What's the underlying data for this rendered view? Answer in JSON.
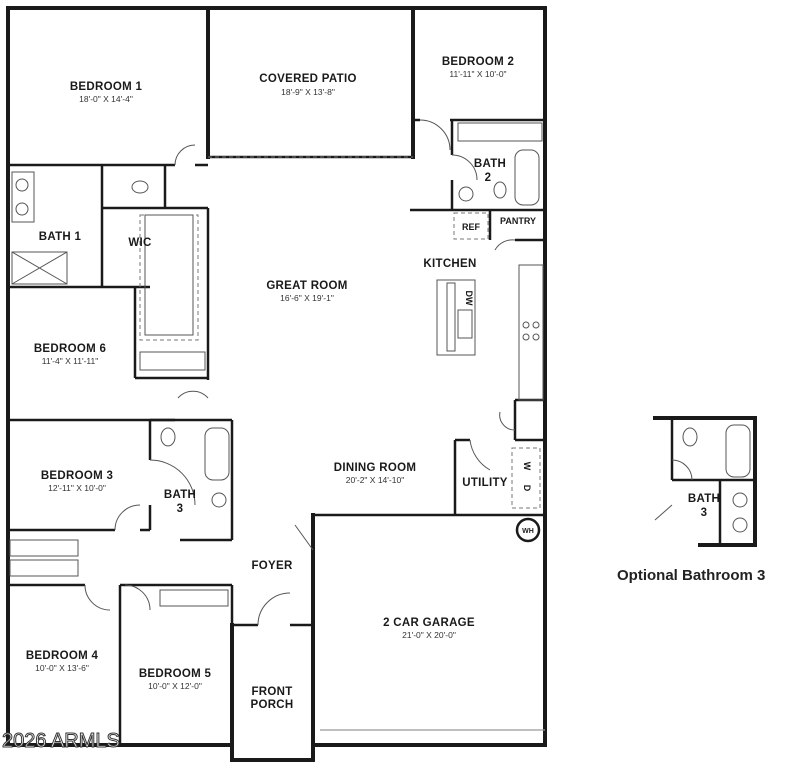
{
  "rooms": {
    "bedroom1": {
      "name": "BEDROOM 1",
      "dim": "18'-0\" X 14'-4\""
    },
    "patio": {
      "name": "COVERED PATIO",
      "dim": "18'-9\" X 13'-8\""
    },
    "bedroom2": {
      "name": "BEDROOM 2",
      "dim": "11'-11\" X 10'-0\""
    },
    "bath2": {
      "line1": "BATH",
      "line2": "2"
    },
    "bath1": {
      "name": "BATH 1"
    },
    "wic": {
      "name": "WIC"
    },
    "great": {
      "name": "GREAT ROOM",
      "dim": "16'-6\" X 19'-1\""
    },
    "kitchen": {
      "name": "KITCHEN"
    },
    "ref": "REF",
    "pantry": "PANTRY",
    "dw": "DW",
    "bedroom6": {
      "name": "BEDROOM 6",
      "dim": "11'-4\" X 11'-11\""
    },
    "bedroom3": {
      "name": "BEDROOM 3",
      "dim": "12'-11\" X 10'-0\""
    },
    "bath3": {
      "line1": "BATH",
      "line2": "3"
    },
    "dining": {
      "name": "DINING ROOM",
      "dim": "20'-2\" X 14'-10\""
    },
    "utility": {
      "name": "UTILITY"
    },
    "w": "W",
    "d": "D",
    "wh": "WH",
    "foyer": {
      "name": "FOYER"
    },
    "garage": {
      "name": "2 CAR GARAGE",
      "dim": "21'-0\" X 20'-0\""
    },
    "bedroom4": {
      "name": "BEDROOM 4",
      "dim": "10'-0\" X 13'-6\""
    },
    "bedroom5": {
      "name": "BEDROOM 5",
      "dim": "10'-0\" X 12'-0\""
    },
    "porch": {
      "line1": "FRONT",
      "line2": "PORCH"
    }
  },
  "optional": {
    "bath_line1": "BATH",
    "bath_line2": "3",
    "caption": "Optional Bathroom 3"
  },
  "watermark": "2026 ARMLS"
}
